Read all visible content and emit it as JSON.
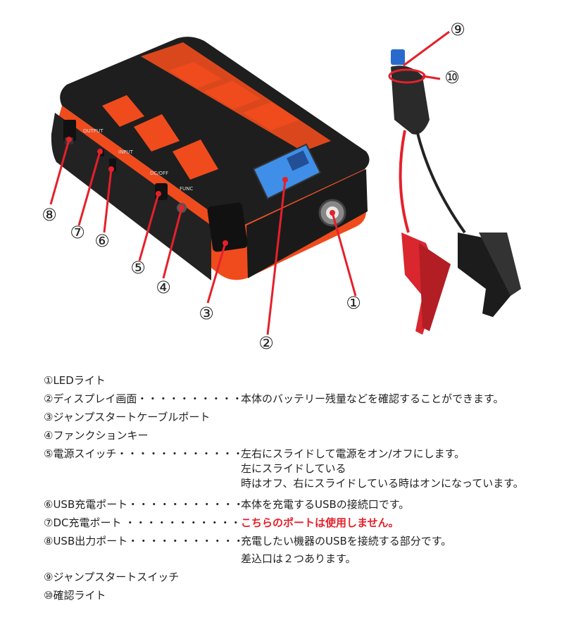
{
  "figure": {
    "labels": [
      "①",
      "②",
      "③",
      "④",
      "⑤",
      "⑥",
      "⑦",
      "⑧",
      "⑨",
      "⑩"
    ],
    "panel_texts": [
      "OUTPUT",
      "INPUT",
      "DC/OFF",
      "FUNC"
    ],
    "colors": {
      "red_callout": "#e5202a",
      "device_orange": "#f04b1d",
      "device_black": "#1e1e1e",
      "lcd_blue": "#3f8fe8"
    }
  },
  "legend": {
    "items": [
      {
        "name": "①LEDライト"
      },
      {
        "name": "②ディスプレイ画面・・・・・・・・・・",
        "desc": [
          "本体のバッテリー残量などを確認することができます。"
        ]
      },
      {
        "name": "③ジャンプスタートケーブルポート"
      },
      {
        "name": "④ファンクションキー"
      },
      {
        "name": "⑤電源スイッチ・・・・・・・・・・・・",
        "desc": [
          "左右にスライドして電源をオン/オフにします。",
          "左にスライドしている",
          "時はオフ、右にスライドしている時はオンになっています。"
        ]
      },
      {
        "name": "⑥USB充電ポート・・・・・・・・・・・",
        "desc": [
          "本体を充電するUSBの接続口です。"
        ]
      },
      {
        "name": "⑦DC充電ポート ・・・・・・・・・・・",
        "desc": [
          "こちらのポートは使用しません。"
        ],
        "desc_red": true
      },
      {
        "name": "⑧USB出力ポート・・・・・・・・・・・",
        "desc": [
          "充電したい機器のUSBを接続する部分です。",
          "差込口は２つあります。"
        ]
      },
      {
        "name": "⑨ジャンプスタートスイッチ"
      },
      {
        "name": "⑩確認ライト"
      }
    ]
  }
}
